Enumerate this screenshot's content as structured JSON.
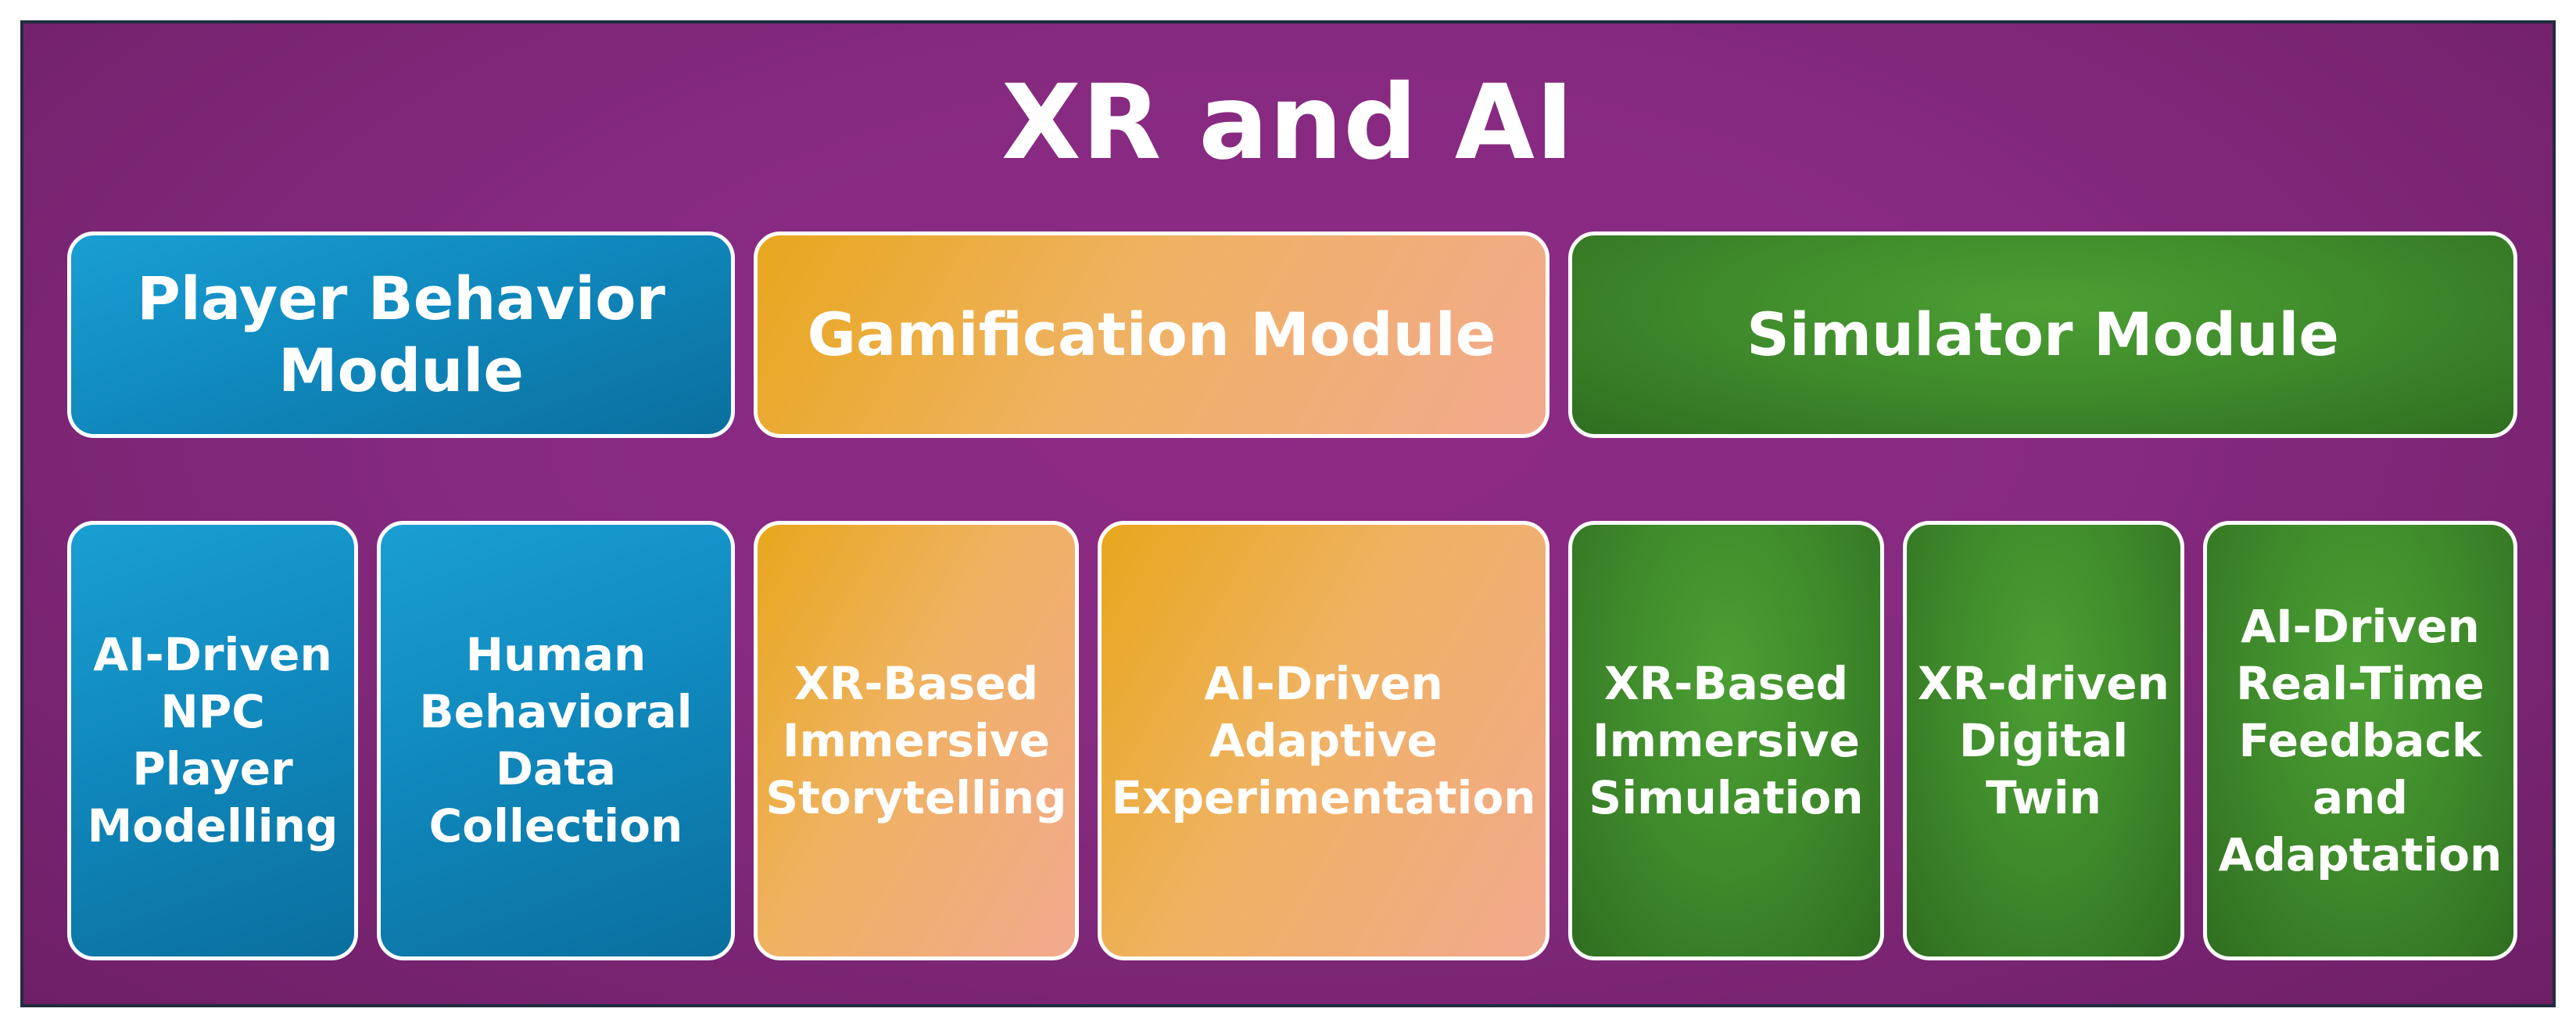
{
  "title": "XR and AI",
  "modules": [
    {
      "name": "Player Behavior\nModule",
      "color": "#1089be",
      "items": [
        "AI-Driven\nNPC\nPlayer\nModelling",
        "Human\nBehavioral\nData\nCollection"
      ]
    },
    {
      "name": "Gamification Module",
      "color": "#efb261",
      "items": [
        "XR-Based\nImmersive\nStorytelling",
        "AI-Driven\nAdaptive\nExperimentation"
      ]
    },
    {
      "name": "Simulator Module",
      "color": "#3f8a2b",
      "items": [
        "XR-Based\nImmersive\nSimulation",
        "XR-driven\nDigital\nTwin",
        "AI-Driven\nReal-Time\nFeedback\nand\nAdaptation"
      ]
    }
  ]
}
